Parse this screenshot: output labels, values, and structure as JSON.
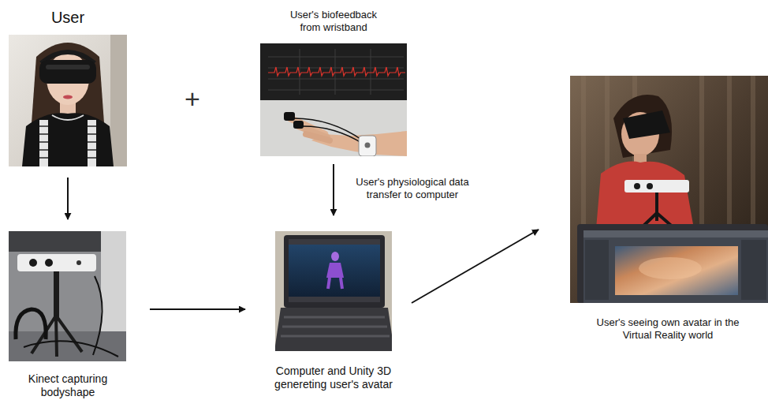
{
  "diagram": {
    "nodes": [
      {
        "text": [
          "User"
        ]
      },
      {
        "text": [
          "User's biofeedback from wristband"
        ]
      },
      {
        "text": [
          "Kinect capturing bodyshape"
        ]
      },
      {
        "text": [
          "Computer and Unity 3D genereting user's avatar"
        ]
      },
      {
        "text": [
          "User's seeing own avatar in the Virtual Reality world"
        ]
      }
    ],
    "edges": [
      {
        "from": 0,
        "to": 2,
        "arrow": "to"
      },
      {
        "from": 1,
        "to": 3,
        "label": "User's physiological data transfer to computer",
        "arrow": "to"
      },
      {
        "from": 2,
        "to": 3,
        "arrow": "to"
      },
      {
        "from": 3,
        "to": 4,
        "arrow": "to"
      }
    ],
    "labels": [
      "+"
    ]
  }
}
